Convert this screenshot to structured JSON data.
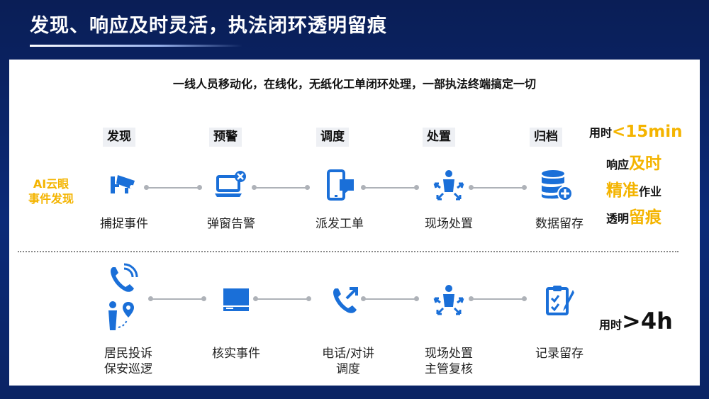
{
  "title": "发现、响应及时灵活，执法闭环透明留痕",
  "subtitle": "一线人员移动化，在线化，无纸化工单闭环处理，一部执法终端搞定一切",
  "stages": [
    "发现",
    "预警",
    "调度",
    "处置",
    "归档"
  ],
  "ai_label": [
    "AI云眼",
    "事件发现"
  ],
  "row1": {
    "steps": [
      {
        "label": "捕捉事件",
        "icon": "surveillance-camera-icon"
      },
      {
        "label": "弹窗告警",
        "icon": "laptop-alert-icon"
      },
      {
        "label": "派发工单",
        "icon": "mobile-dispatch-icon"
      },
      {
        "label": "现场处置",
        "icon": "officer-onsite-icon"
      },
      {
        "label": "数据留存",
        "icon": "database-add-icon"
      }
    ]
  },
  "row2": {
    "steps": [
      {
        "label1": "居民投诉",
        "label2": "保安巡逻",
        "icon": "phone-call-icon / person-location-icon"
      },
      {
        "label1": "核实事件",
        "label2": "",
        "icon": "monitor-icon"
      },
      {
        "label1": "电话/对讲",
        "label2": "调度",
        "icon": "phone-outgoing-icon"
      },
      {
        "label1": "现场处置",
        "label2": "主管复核",
        "icon": "officer-onsite-icon"
      },
      {
        "label1": "记录留存",
        "label2": "",
        "icon": "clipboard-icon"
      }
    ]
  },
  "time_new": {
    "used_prefix": "用时",
    "used_value": "<15min",
    "response_prefix": "响应",
    "response_value": "及时",
    "precise_value": "精准",
    "precise_suffix": "作业",
    "transparent_prefix": "透明",
    "transparent_value": "留痕"
  },
  "time_old": {
    "used_prefix": "用时",
    "used_value": ">4h"
  },
  "colors": {
    "accent_blue": "#1a6fd8",
    "highlight_yellow": "#f4b400",
    "header_bg": "#0b2a78"
  }
}
